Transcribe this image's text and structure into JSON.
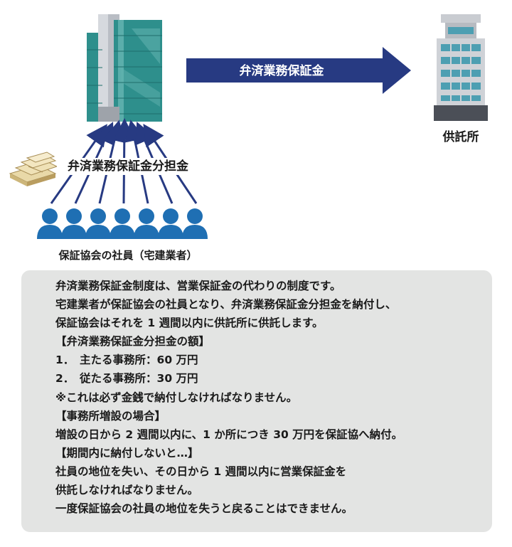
{
  "diagram": {
    "arrow_label": "弁済業務保証金",
    "destination_label": "供託所",
    "share_label": "弁済業務保証金分担金",
    "members_label": "保証協会の社員（宅建業者）"
  },
  "explanation": {
    "lines": [
      "弁済業務保証金制度は、営業保証金の代わりの制度です。",
      "宅建業者が保証協会の社員となり、弁済業務保証金分担金を納付し、",
      "保証協会はそれを 1 週間以内に供託所に供託します。",
      "【弁済業務保証金分担金の額】",
      "1．　主たる事務所：60 万円",
      "2．　従たる事務所：30 万円",
      "※これは必ず金銭で納付しなければなりません。",
      "【事務所増設の場合】",
      "増設の日から 2 週間以内に、1 か所につき 30 万円を保証協へ納付。",
      "【期間内に納付しないと…】",
      "社員の地位を失い、その日から 1 週間以内に営業保証金を",
      "供託しなければなりません。",
      "一度保証協会の社員の地位を失うと戻ることはできません。"
    ]
  },
  "colors": {
    "arrow": "#273a82",
    "building_glass": "#2e8f8c",
    "person": "#1f6fb3",
    "panel": "#e3e4e3"
  },
  "icons": [
    "office-building-icon",
    "courthouse-building-icon",
    "money-stack-icon",
    "person-icon"
  ]
}
